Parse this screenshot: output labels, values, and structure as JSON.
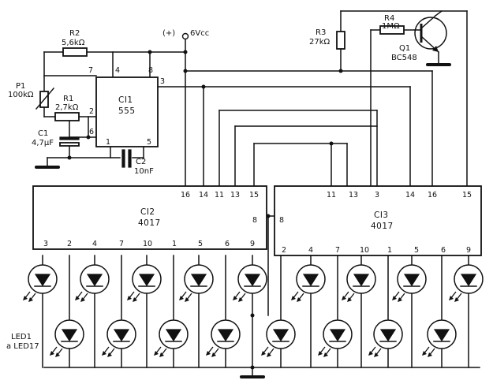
{
  "supply": {
    "polarity": "(+)",
    "voltage": "6Vcc"
  },
  "components": {
    "r2": {
      "ref": "R2",
      "value": "5,6kΩ"
    },
    "p1": {
      "ref": "P1",
      "value": "100kΩ"
    },
    "r1": {
      "ref": "R1",
      "value": "2,7kΩ"
    },
    "c1": {
      "ref": "C1",
      "value": "4,7μF"
    },
    "c2": {
      "ref": "C2",
      "value": "10nF"
    },
    "r3": {
      "ref": "R3",
      "value": "27kΩ"
    },
    "r4": {
      "ref": "R4",
      "value": "1MΩ"
    },
    "q1": {
      "ref": "Q1",
      "value": "BC548"
    }
  },
  "ci1": {
    "name": "CI1",
    "part": "555",
    "pins": {
      "p7": "7",
      "p4": "4",
      "p8": "8",
      "p3": "3",
      "p2": "2",
      "p6": "6",
      "p1": "1",
      "p5": "5"
    }
  },
  "ci2": {
    "name": "CI2",
    "part": "4017",
    "top_pins": [
      "16",
      "14",
      "11",
      "13",
      "15"
    ],
    "side_pin": "8",
    "bottom_pins": [
      "3",
      "2",
      "4",
      "7",
      "10",
      "1",
      "5",
      "6",
      "9"
    ]
  },
  "ci3": {
    "name": "CI3",
    "part": "4017",
    "top_pins": [
      "11",
      "13",
      "3",
      "14",
      "16",
      "15"
    ],
    "side_pin": "8",
    "bottom_pins": [
      "2",
      "4",
      "7",
      "10",
      "1",
      "5",
      "6",
      "9"
    ]
  },
  "led_label": {
    "line1": "LED1",
    "line2": "a LED17"
  }
}
